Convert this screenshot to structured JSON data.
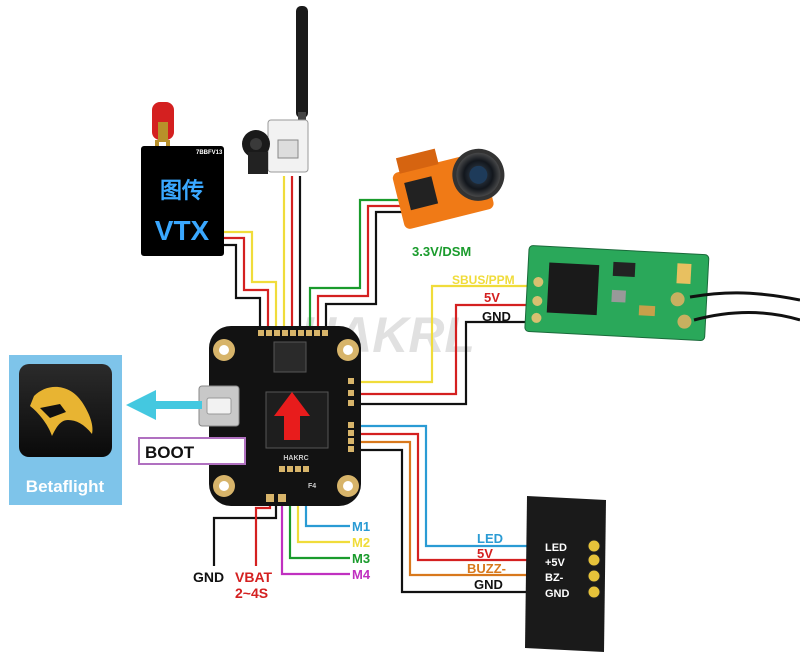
{
  "watermark": "HAKRL",
  "vtx": {
    "model_text": "7BBFV13",
    "line1": "图传",
    "line2": "VTX"
  },
  "receiver": {
    "pins": [
      "3.3V/DSM",
      "SBUS/PPM",
      "5V",
      "GND"
    ]
  },
  "flight_controller": {
    "silk_brand": "HAKRC",
    "silk_model": "F4"
  },
  "betaflight": {
    "label": "Betaflight"
  },
  "boot": {
    "label": "BOOT"
  },
  "motors": [
    "M1",
    "M2",
    "M3",
    "M4"
  ],
  "power": {
    "gnd": "GND",
    "vbat": "VBAT",
    "cells": "2~4S"
  },
  "led_strip": {
    "wire_labels": [
      "LED",
      "5V",
      "BUZZ-",
      "GND"
    ],
    "pad_labels": [
      "LED",
      "+5V",
      "BZ-",
      "GND"
    ]
  },
  "colors": {
    "wire_green": "#1a9b2c",
    "wire_yellow": "#f0dc3a",
    "wire_red": "#d42020",
    "wire_black": "#111111",
    "wire_blue": "#2a9bd4",
    "wire_orange": "#d8781c",
    "wire_purple": "#c030c0",
    "arrow_cyan": "#44c8e0",
    "boot_border": "#b070c0"
  }
}
